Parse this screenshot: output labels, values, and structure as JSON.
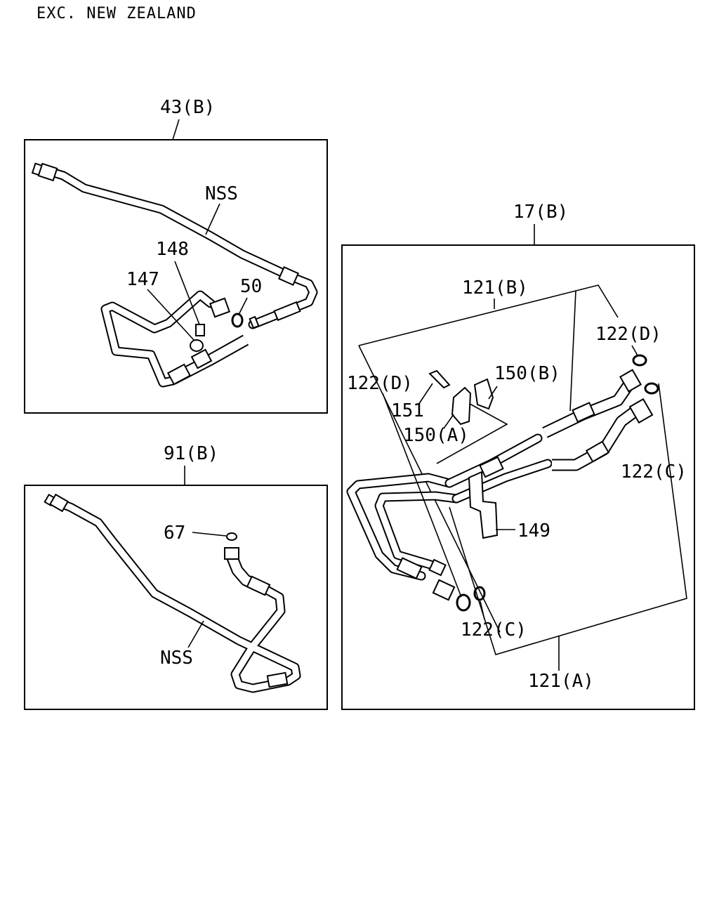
{
  "header": "EXC. NEW ZEALAND",
  "groups": {
    "upper_left": {
      "ref": "43(B)",
      "labels": {
        "nss": "NSS",
        "p148": "148",
        "p147": "147",
        "p50": "50"
      }
    },
    "lower_left": {
      "ref": "91(B)",
      "labels": {
        "p67": "67",
        "nss": "NSS"
      }
    },
    "right": {
      "ref": "17(B)",
      "labels": {
        "p121b": "121(B)",
        "p122d_top": "122(D)",
        "p122d_left": "122(D)",
        "p150b": "150(B)",
        "p151": "151",
        "p150a": "150(A)",
        "p122c_right": "122(C)",
        "p149": "149",
        "p122c_bottom": "122(C)",
        "p121a": "121(A)"
      }
    }
  }
}
